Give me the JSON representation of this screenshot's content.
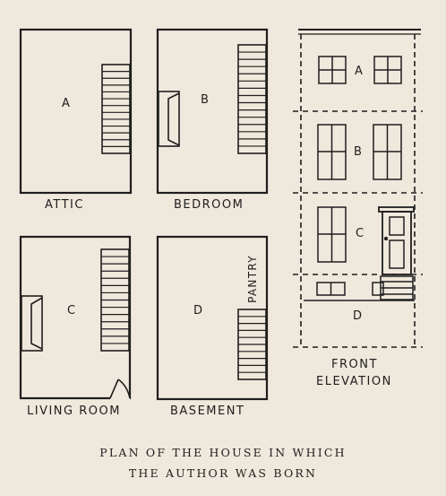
{
  "colors": {
    "paper": "#efe8dc",
    "ink": "#1e1e1e"
  },
  "plans": {
    "attic": {
      "label": "ATTIC",
      "room_letter": "A"
    },
    "bedroom": {
      "label": "BEDROOM",
      "room_letter": "B"
    },
    "living_room": {
      "label": "LIVING ROOM",
      "room_letter": "C"
    },
    "basement": {
      "label": "BASEMENT",
      "room_letter": "D",
      "pantry_label": "PANTRY"
    }
  },
  "elevation": {
    "label_line1": "FRONT",
    "label_line2": "ELEVATION",
    "floors": [
      "A",
      "B",
      "C",
      "D"
    ]
  },
  "caption": {
    "line1": "PLAN OF THE HOUSE IN WHICH",
    "line2": "THE AUTHOR WAS BORN"
  }
}
